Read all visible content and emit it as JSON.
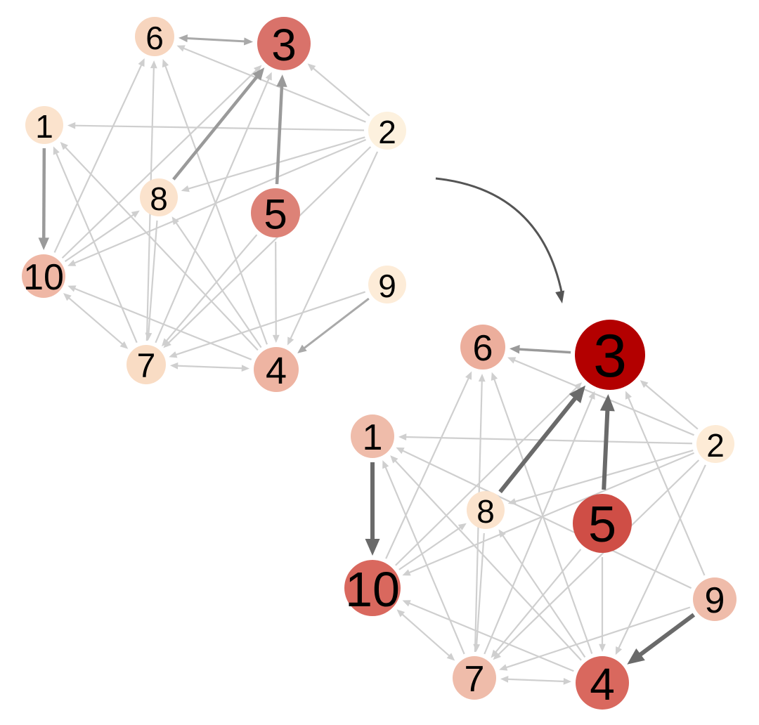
{
  "graphs": [
    {
      "id": "before",
      "nodes": [
        {
          "id": "1",
          "label": "1",
          "color": "#fbe3cd"
        },
        {
          "id": "2",
          "label": "2",
          "color": "#fdf1de"
        },
        {
          "id": "3",
          "label": "3",
          "color": "#d9726a"
        },
        {
          "id": "4",
          "label": "4",
          "color": "#eeb4a2"
        },
        {
          "id": "5",
          "label": "5",
          "color": "#dd8277"
        },
        {
          "id": "6",
          "label": "6",
          "color": "#f7d5be"
        },
        {
          "id": "7",
          "label": "7",
          "color": "#f9dcc4"
        },
        {
          "id": "8",
          "label": "8",
          "color": "#fbe3cd"
        },
        {
          "id": "9",
          "label": "9",
          "color": "#fdecd8"
        },
        {
          "id": "10",
          "label": "10",
          "color": "#efb7a5"
        }
      ],
      "edges": [
        {
          "from": "3",
          "to": "6",
          "weight": "medium",
          "bidirectional": true
        },
        {
          "from": "8",
          "to": "3",
          "weight": "strong"
        },
        {
          "from": "5",
          "to": "3",
          "weight": "strong"
        },
        {
          "from": "1",
          "to": "10",
          "weight": "strong"
        },
        {
          "from": "9",
          "to": "4",
          "weight": "medium"
        },
        {
          "from": "2",
          "to": "1",
          "weight": "light"
        },
        {
          "from": "2",
          "to": "3",
          "weight": "light"
        },
        {
          "from": "2",
          "to": "6",
          "weight": "light"
        },
        {
          "from": "2",
          "to": "8",
          "weight": "light"
        },
        {
          "from": "2",
          "to": "10",
          "weight": "light"
        },
        {
          "from": "2",
          "to": "7",
          "weight": "light"
        },
        {
          "from": "2",
          "to": "4",
          "weight": "light"
        },
        {
          "from": "10",
          "to": "6",
          "weight": "light"
        },
        {
          "from": "10",
          "to": "8",
          "weight": "light"
        },
        {
          "from": "10",
          "to": "3",
          "weight": "light"
        },
        {
          "from": "7",
          "to": "6",
          "weight": "light"
        },
        {
          "from": "7",
          "to": "1",
          "weight": "light"
        },
        {
          "from": "7",
          "to": "3",
          "weight": "light"
        },
        {
          "from": "4",
          "to": "6",
          "weight": "light"
        },
        {
          "from": "4",
          "to": "1",
          "weight": "light"
        },
        {
          "from": "4",
          "to": "8",
          "weight": "light"
        },
        {
          "from": "4",
          "to": "10",
          "weight": "light"
        },
        {
          "from": "4",
          "to": "7",
          "weight": "light",
          "bidirectional": true
        },
        {
          "from": "5",
          "to": "7",
          "weight": "light"
        },
        {
          "from": "5",
          "to": "4",
          "weight": "light"
        },
        {
          "from": "7",
          "to": "10",
          "weight": "light",
          "bidirectional": true
        },
        {
          "from": "9",
          "to": "7",
          "weight": "light"
        },
        {
          "from": "8",
          "to": "7",
          "weight": "light"
        }
      ]
    },
    {
      "id": "after",
      "nodes": [
        {
          "id": "1",
          "label": "1",
          "color": "#efbcaa"
        },
        {
          "id": "2",
          "label": "2",
          "color": "#fdebd6"
        },
        {
          "id": "3",
          "label": "3",
          "color": "#b30000"
        },
        {
          "id": "4",
          "label": "4",
          "color": "#d9685e"
        },
        {
          "id": "5",
          "label": "5",
          "color": "#cf4e46"
        },
        {
          "id": "6",
          "label": "6",
          "color": "#ecae9c"
        },
        {
          "id": "7",
          "label": "7",
          "color": "#efbcaa"
        },
        {
          "id": "8",
          "label": "8",
          "color": "#fbe3cd"
        },
        {
          "id": "9",
          "label": "9",
          "color": "#efbcaa"
        },
        {
          "id": "10",
          "label": "10",
          "color": "#d9685e"
        }
      ],
      "edges": [
        {
          "from": "3",
          "to": "6",
          "weight": "medium"
        },
        {
          "from": "8",
          "to": "3",
          "weight": "strong"
        },
        {
          "from": "5",
          "to": "3",
          "weight": "strong"
        },
        {
          "from": "1",
          "to": "10",
          "weight": "strong"
        },
        {
          "from": "9",
          "to": "4",
          "weight": "strong"
        },
        {
          "from": "2",
          "to": "1",
          "weight": "light"
        },
        {
          "from": "2",
          "to": "3",
          "weight": "light"
        },
        {
          "from": "2",
          "to": "6",
          "weight": "light"
        },
        {
          "from": "2",
          "to": "8",
          "weight": "light"
        },
        {
          "from": "2",
          "to": "10",
          "weight": "light"
        },
        {
          "from": "2",
          "to": "7",
          "weight": "light"
        },
        {
          "from": "2",
          "to": "4",
          "weight": "light"
        },
        {
          "from": "10",
          "to": "6",
          "weight": "light"
        },
        {
          "from": "10",
          "to": "8",
          "weight": "light"
        },
        {
          "from": "10",
          "to": "3",
          "weight": "light"
        },
        {
          "from": "7",
          "to": "6",
          "weight": "light"
        },
        {
          "from": "7",
          "to": "1",
          "weight": "light"
        },
        {
          "from": "7",
          "to": "3",
          "weight": "light"
        },
        {
          "from": "4",
          "to": "6",
          "weight": "light"
        },
        {
          "from": "4",
          "to": "1",
          "weight": "light"
        },
        {
          "from": "4",
          "to": "8",
          "weight": "light"
        },
        {
          "from": "4",
          "to": "10",
          "weight": "light"
        },
        {
          "from": "4",
          "to": "7",
          "weight": "light",
          "bidirectional": true
        },
        {
          "from": "5",
          "to": "7",
          "weight": "light"
        },
        {
          "from": "5",
          "to": "4",
          "weight": "light"
        },
        {
          "from": "7",
          "to": "10",
          "weight": "light",
          "bidirectional": true
        },
        {
          "from": "9",
          "to": "7",
          "weight": "light"
        },
        {
          "from": "9",
          "to": "1",
          "weight": "light"
        },
        {
          "from": "9",
          "to": "3",
          "weight": "light"
        },
        {
          "from": "8",
          "to": "7",
          "weight": "light"
        }
      ]
    }
  ],
  "transition": {
    "from": "before",
    "to": "after"
  },
  "colors": {
    "edge_light": "#cfcfcf",
    "edge_medium_before": "#a9a9a9",
    "edge_strong_before": "#9a9a9a",
    "edge_medium_after": "#9a9a9a",
    "edge_strong_after": "#6a6a6a",
    "transition_arrow": "#555555",
    "label": "#000000"
  }
}
